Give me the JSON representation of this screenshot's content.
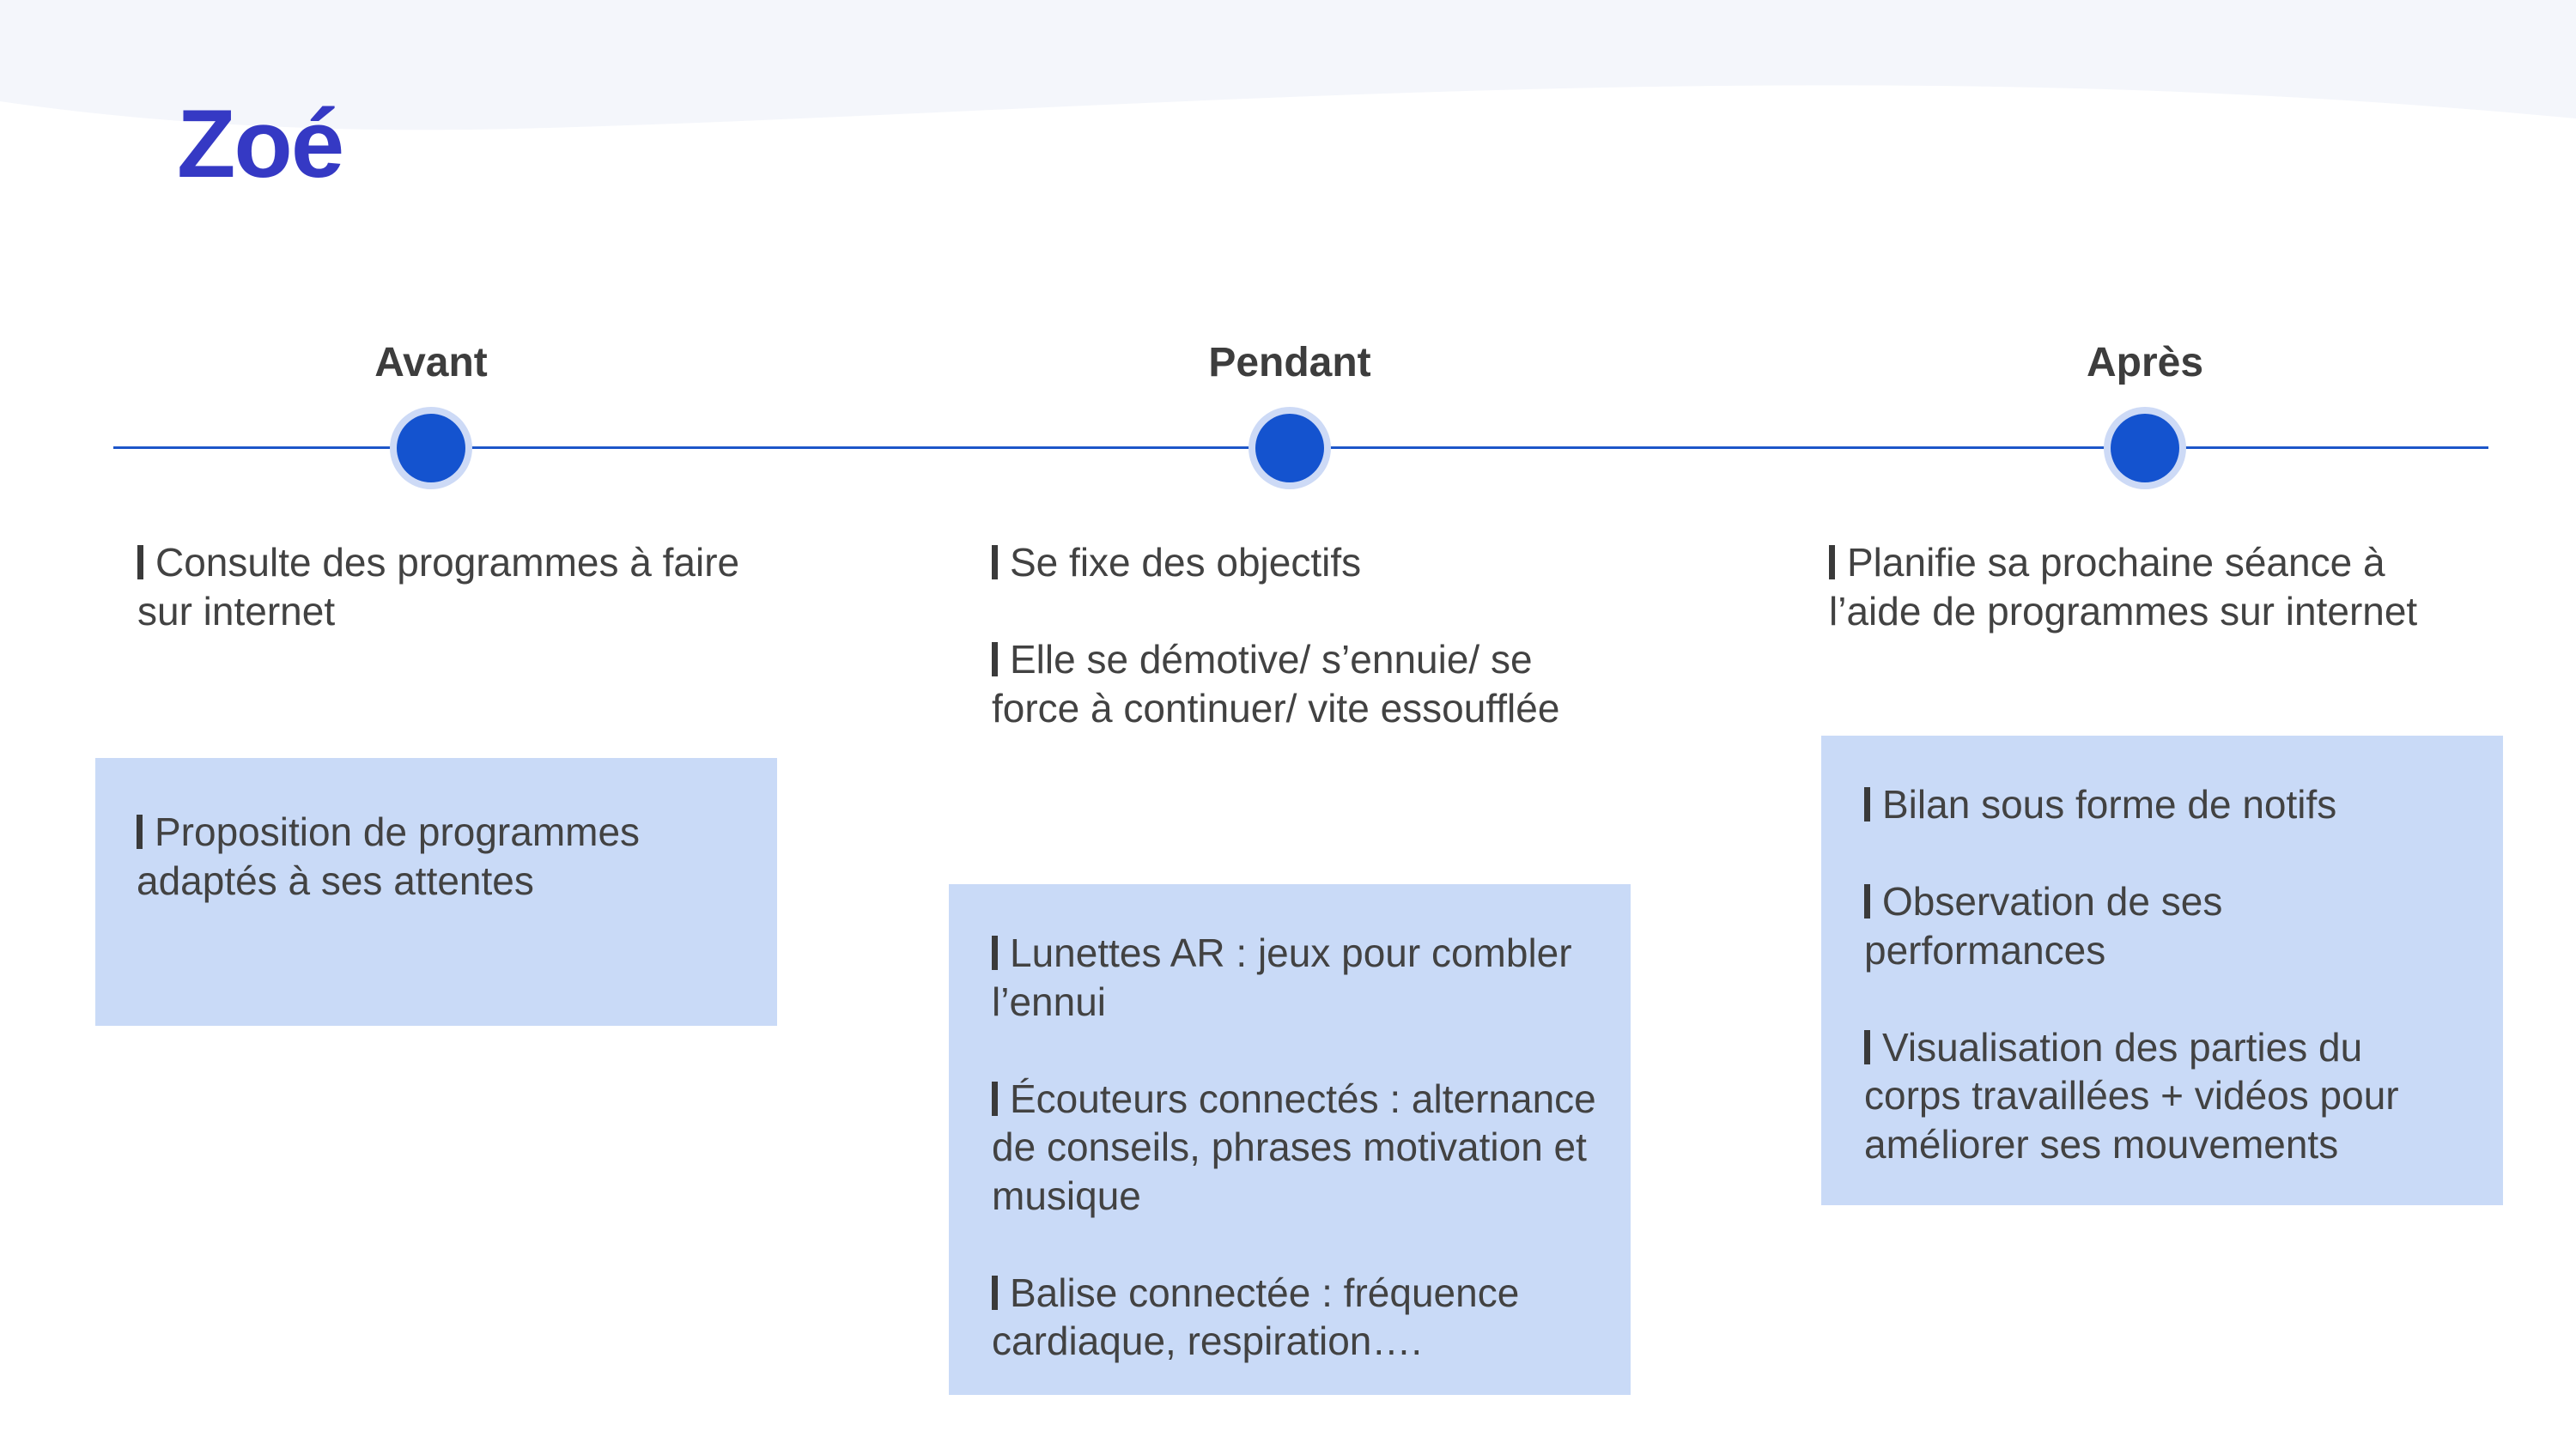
{
  "title": "Zoé",
  "colors": {
    "title": "#3539c4",
    "timeline": "#1d56c9",
    "dot": "#1453cf",
    "box": "#c9daf7"
  },
  "phases": [
    {
      "label": "Avant",
      "actions": [
        "Consulte des programmes à faire sur internet"
      ],
      "solutions": [
        "Proposition de programmes adaptés à ses attentes"
      ]
    },
    {
      "label": "Pendant",
      "actions": [
        "Se fixe des objectifs",
        "Elle se démotive/ s’ennuie/ se force à continuer/ vite essoufflée"
      ],
      "solutions": [
        "Lunettes AR : jeux pour combler l’ennui",
        "Écouteurs connectés : alternance de conseils, phrases motivation et musique",
        "Balise connectée : fréquence cardiaque, respiration…."
      ]
    },
    {
      "label": "Après",
      "actions": [
        "Planifie sa prochaine séance à l’aide de programmes sur internet"
      ],
      "solutions": [
        "Bilan sous forme de notifs",
        "Observation de ses performances",
        "Visualisation des parties du corps travaillées + vidéos pour améliorer ses mouvements"
      ]
    }
  ]
}
